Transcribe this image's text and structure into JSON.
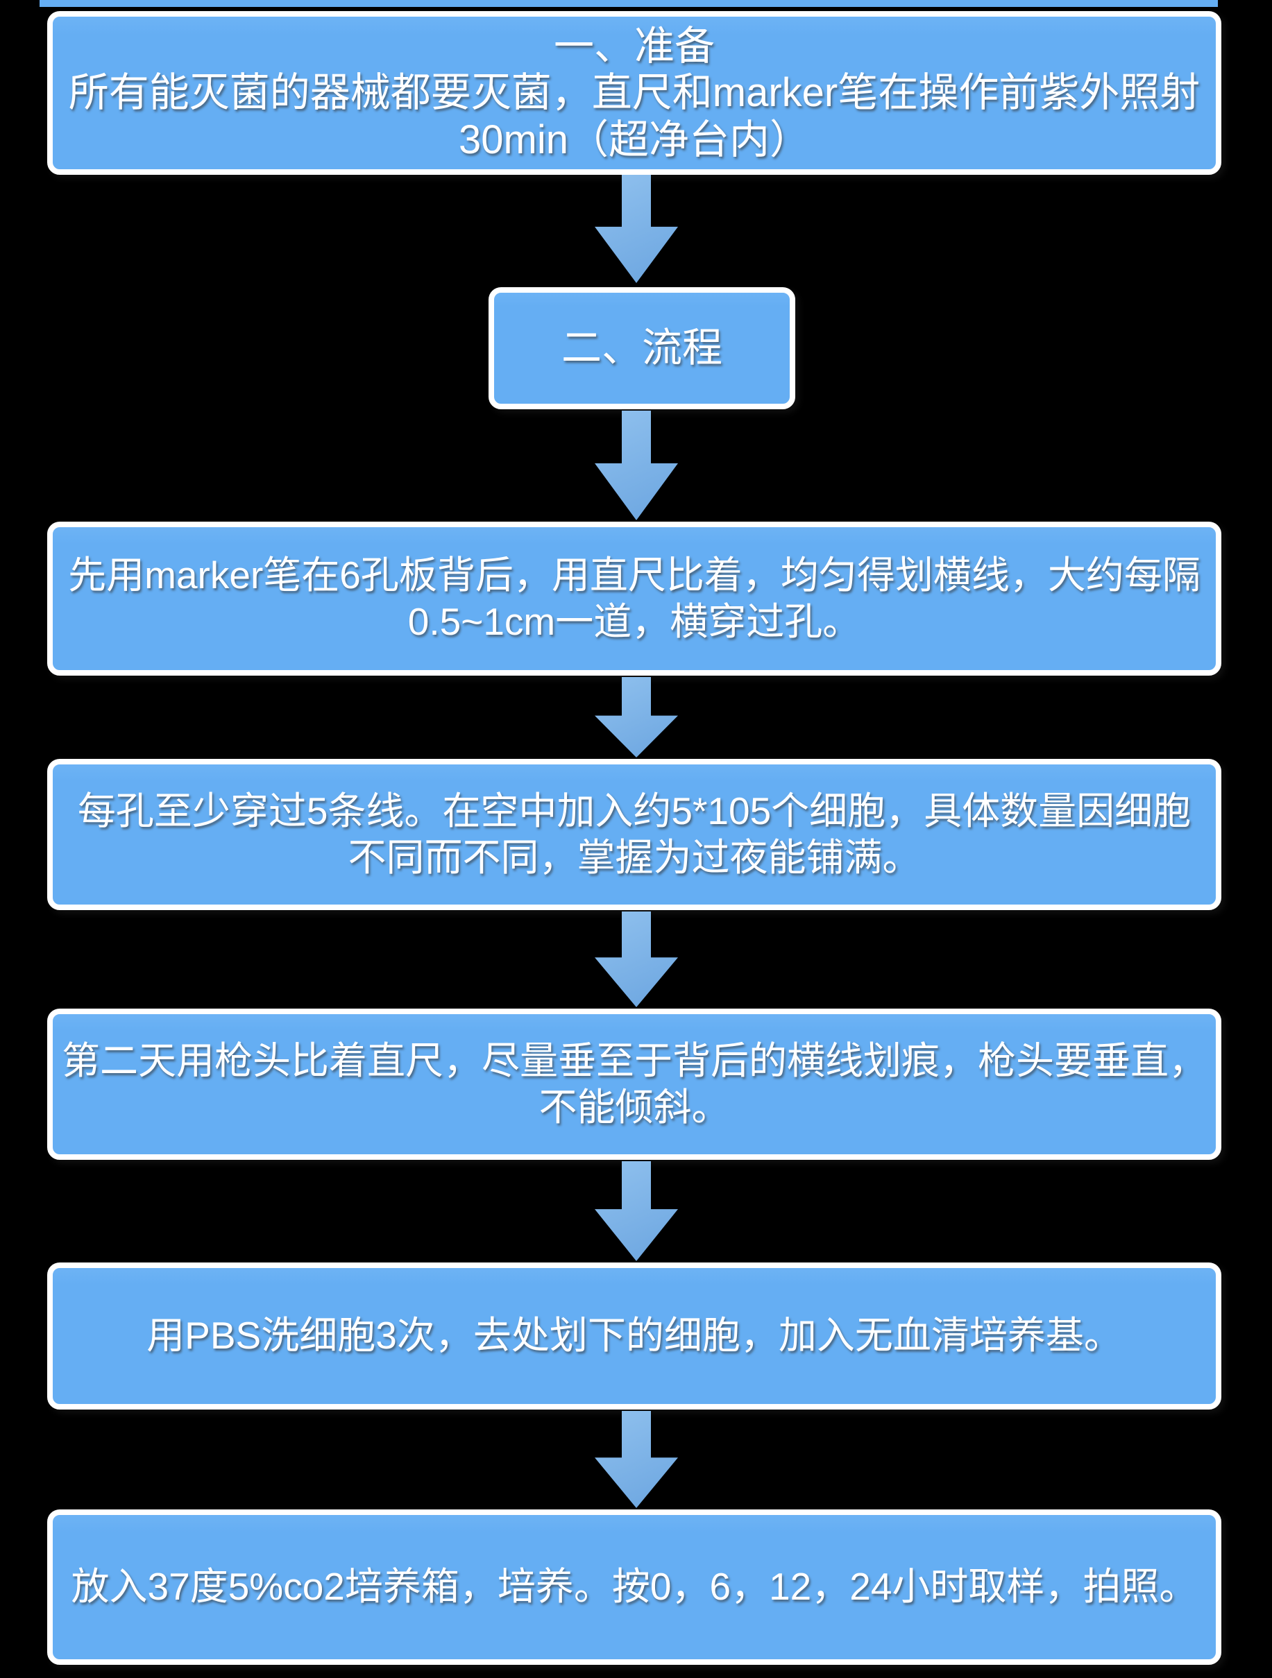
{
  "colors": {
    "background": "#000000",
    "box_fill": "#65AEF3",
    "box_border": "#FFFFFF",
    "arrow_gradient_top": "#90C1EE",
    "arrow_gradient_bottom": "#6BA5E0",
    "text": "#FFFFFF"
  },
  "flow": {
    "steps": [
      {
        "id": "prepare",
        "lines": [
          "一、准备",
          "所有能灭菌的器械都要灭菌，直尺和marker笔在操作前紫外照射",
          "30min（超净台内）"
        ]
      },
      {
        "id": "process",
        "lines": [
          "二、流程"
        ]
      },
      {
        "id": "draw-lines",
        "lines": [
          "先用marker笔在6孔板背后，用直尺比着，均匀得划横线，大约每隔",
          "0.5~1cm一道，横穿过孔。"
        ]
      },
      {
        "id": "seed-cells",
        "lines": [
          "每孔至少穿过5条线。在空中加入约5*105个细胞，具体数量因细胞",
          "不同而不同，掌握为过夜能铺满。"
        ]
      },
      {
        "id": "scratch",
        "lines": [
          "第二天用枪头比着直尺，尽量垂至于背后的横线划痕，枪头要垂直，",
          "不能倾斜。"
        ]
      },
      {
        "id": "wash",
        "lines": [
          "用PBS洗细胞3次，去处划下的细胞，加入无血清培养基。"
        ]
      },
      {
        "id": "incubate",
        "lines": [
          "放入37度5%co2培养箱，培养。按0，6，12，24小时取样，拍照。"
        ]
      }
    ]
  }
}
